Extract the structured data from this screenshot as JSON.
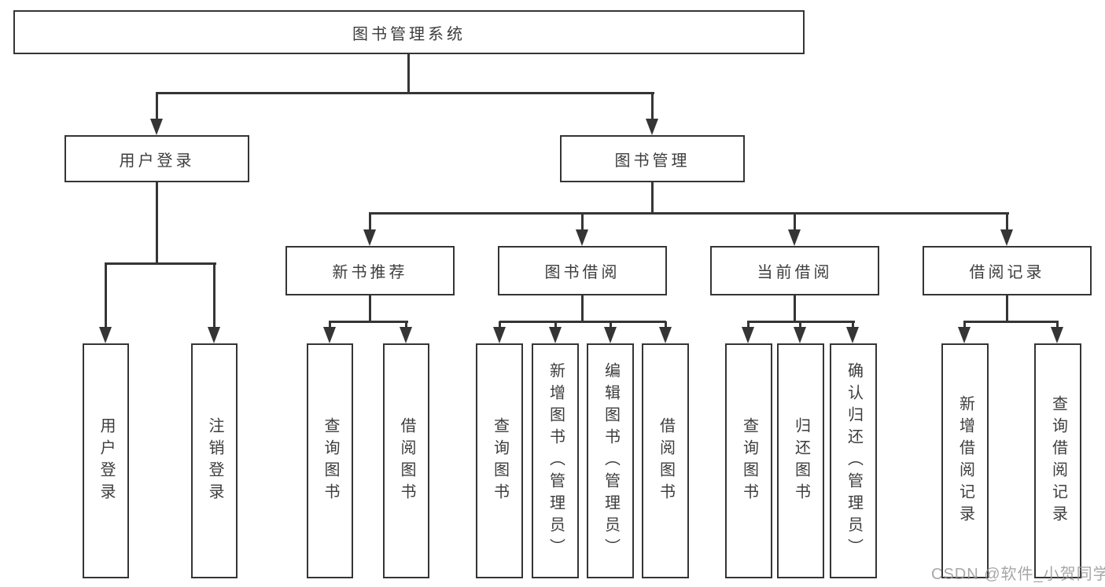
{
  "tree": {
    "root": {
      "label": "图书管理系统"
    },
    "branches": [
      {
        "label": "用户登录",
        "children": [
          {
            "label": "用户登录"
          },
          {
            "label": "注销登录"
          }
        ]
      },
      {
        "label": "图书管理",
        "children": [
          {
            "label": "新书推荐",
            "children": [
              {
                "label": "查询图书"
              },
              {
                "label": "借阅图书"
              }
            ]
          },
          {
            "label": "图书借阅",
            "children": [
              {
                "label": "查询图书"
              },
              {
                "label": "新增图书（管理员）"
              },
              {
                "label": "编辑图书（管理员）"
              },
              {
                "label": "借阅图书"
              }
            ]
          },
          {
            "label": "当前借阅",
            "children": [
              {
                "label": "查询图书"
              },
              {
                "label": "归还图书"
              },
              {
                "label": "确认归还（管理员）"
              }
            ]
          },
          {
            "label": "借阅记录",
            "children": [
              {
                "label": "新增借阅记录"
              },
              {
                "label": "查询借阅记录"
              }
            ]
          }
        ]
      }
    ]
  },
  "watermark": {
    "text": "CSDN @软件_小贺同学"
  },
  "colors": {
    "line": "#353535",
    "text": "#3d3d3d",
    "box_background": "#ffffff",
    "page_background": "#ffffff",
    "watermark": "#989898"
  }
}
